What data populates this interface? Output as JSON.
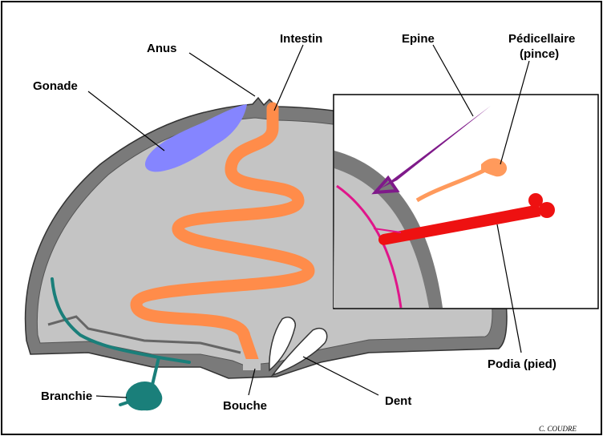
{
  "labels": {
    "anus": "Anus",
    "intestin": "Intestin",
    "epine": "Epine",
    "pedicellaire_line1": "Pédicellaire",
    "pedicellaire_line2": "(pince)",
    "gonade": "Gonade",
    "podia": "Podia (pied)",
    "branchie": "Branchie",
    "bouche": "Bouche",
    "dent": "Dent"
  },
  "credit": "C. COUDRE",
  "colors": {
    "frame": "#000000",
    "shell": "#7a7a7a",
    "interior": "#c4c4c4",
    "intestine": "#ff8c4a",
    "gonad": "#8585ff",
    "gill": "#1a7f7a",
    "spine": "#7f1a8a",
    "pedicellaria": "#ff9a5c",
    "podia": "#ee1111",
    "canal": "#e0158a"
  }
}
